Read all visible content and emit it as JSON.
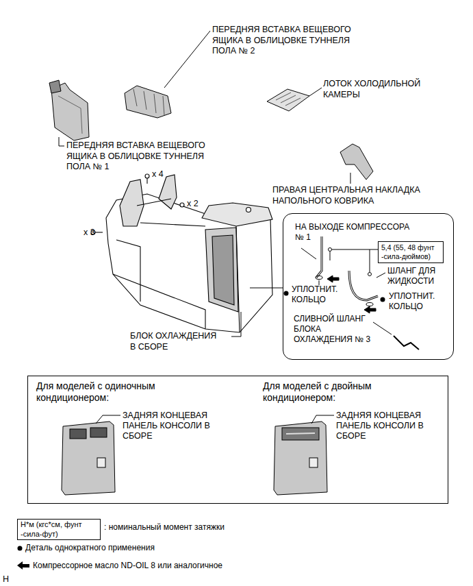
{
  "diagram": {
    "nodes": [
      {
        "text": [
          "НА ВЫХОДЕ КОМПРЕССОРА № 1",
          "ШЛАНГ ДЛЯ ЖИДКОСТИ",
          "УПЛОТНИТ. КОЛЬЦО",
          "УПЛОТНИТ. КОЛЬЦО",
          "СЛИВНОЙ ШЛАНГ БЛОКА ОХЛАЖДЕНИЯ № 3"
        ]
      },
      {
        "text": [
          "5,4 (55, 48 фунт -сила-дюймов)"
        ],
        "in": 0
      },
      {
        "text": [
          "Для моделей с одиночным кондиционером:",
          "ЗАДНЯЯ КОНЦЕВАЯ ПАНЕЛЬ КОНСОЛИ В СБОРЕ",
          "Для моделей с двойным кондиционером:",
          "ЗАДНЯЯ КОНЦЕВАЯ ПАНЕЛЬ КОНСОЛИ В СБОРЕ"
        ]
      },
      {
        "text": [
          "Н*м (кгс*см, фунт -сила-фут)"
        ]
      }
    ],
    "labels": [
      "ПЕРЕДНЯЯ ВСТАВКА ВЕЩЕВОГО ЯЩИКА В ОБЛИЦОВКЕ ТУННЕЛЯ ПОЛА № 2",
      "ЛОТОК ХОЛОДИЛЬНОЙ КАМЕРЫ",
      "ПЕРЕДНЯЯ ВСТАВКА ВЕЩЕВОГО ЯЩИКА В ОБЛИЦОВКЕ ТУННЕЛЯ ПОЛА № 1",
      "x 4",
      "ПРАВАЯ ЦЕНТРАЛЬНАЯ НАКЛАДКА НАПОЛЬНОГО КОВРИКА",
      "x 2",
      "x 3",
      "БЛОК ОХЛАЖДЕНИЯ В СБОРЕ",
      "H"
    ],
    "legend": [
      {
        "text": ": номинальный момент затяжки"
      },
      {
        "text": "Деталь однократного применения"
      },
      {
        "text": "Компрессорное масло ND-OIL 8 или аналогичное"
      }
    ]
  }
}
